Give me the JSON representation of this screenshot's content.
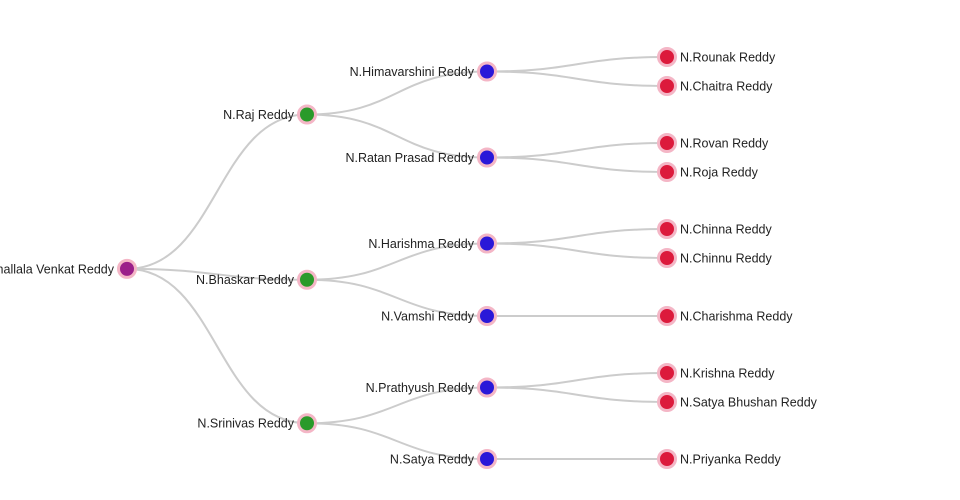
{
  "diagram": {
    "type": "tree",
    "orientation": "left-to-right",
    "colors": {
      "link": "#cccccc",
      "node_stroke": "#f4b6c6",
      "level_fill": [
        "#9b1f8a",
        "#2a9a2a",
        "#2a18d8",
        "#dc1a3c"
      ]
    },
    "root": {
      "name": "N.Challala Venkat Reddy",
      "children": [
        {
          "name": "N.Raj Reddy",
          "children": [
            {
              "name": "N.Himavarshini Reddy",
              "children": [
                {
                  "name": "N.Rounak Reddy"
                },
                {
                  "name": "N.Chaitra Reddy"
                }
              ]
            },
            {
              "name": "N.Ratan Prasad Reddy",
              "children": [
                {
                  "name": "N.Rovan Reddy"
                },
                {
                  "name": "N.Roja Reddy"
                }
              ]
            }
          ]
        },
        {
          "name": "N.Bhaskar Reddy",
          "children": [
            {
              "name": "N.Harishma Reddy",
              "children": [
                {
                  "name": "N.Chinna Reddy"
                },
                {
                  "name": "N.Chinnu Reddy"
                }
              ]
            },
            {
              "name": "N.Vamshi Reddy",
              "children": [
                {
                  "name": "N.Charishma Reddy"
                }
              ]
            }
          ]
        },
        {
          "name": "N.Srinivas Reddy",
          "children": [
            {
              "name": "N.Prathyush Reddy",
              "children": [
                {
                  "name": "N.Krishna Reddy"
                },
                {
                  "name": "N.Satya Bhushan Reddy"
                }
              ]
            },
            {
              "name": "N.Satya Reddy",
              "children": [
                {
                  "name": "N.Priyanka Reddy"
                }
              ]
            }
          ]
        }
      ]
    }
  }
}
